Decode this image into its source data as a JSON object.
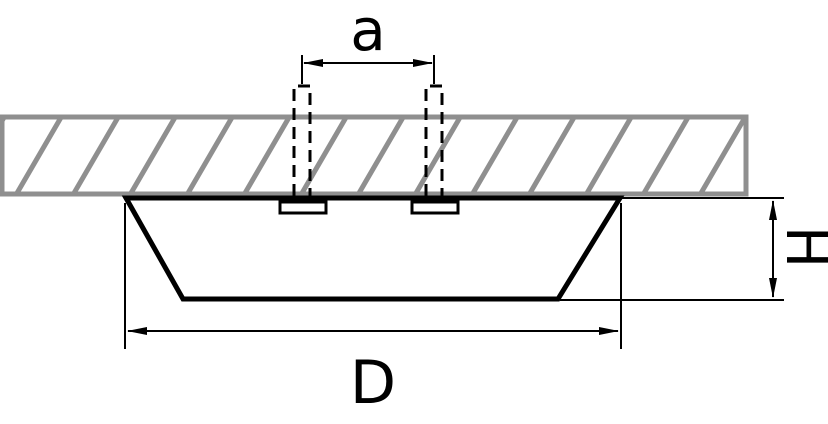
{
  "diagram": {
    "labels": {
      "hole_spacing": "a",
      "diameter": "D",
      "height": "H"
    },
    "colors": {
      "ceiling": "#8f8f8f",
      "lines": "#000000",
      "background": "#ffffff"
    }
  }
}
